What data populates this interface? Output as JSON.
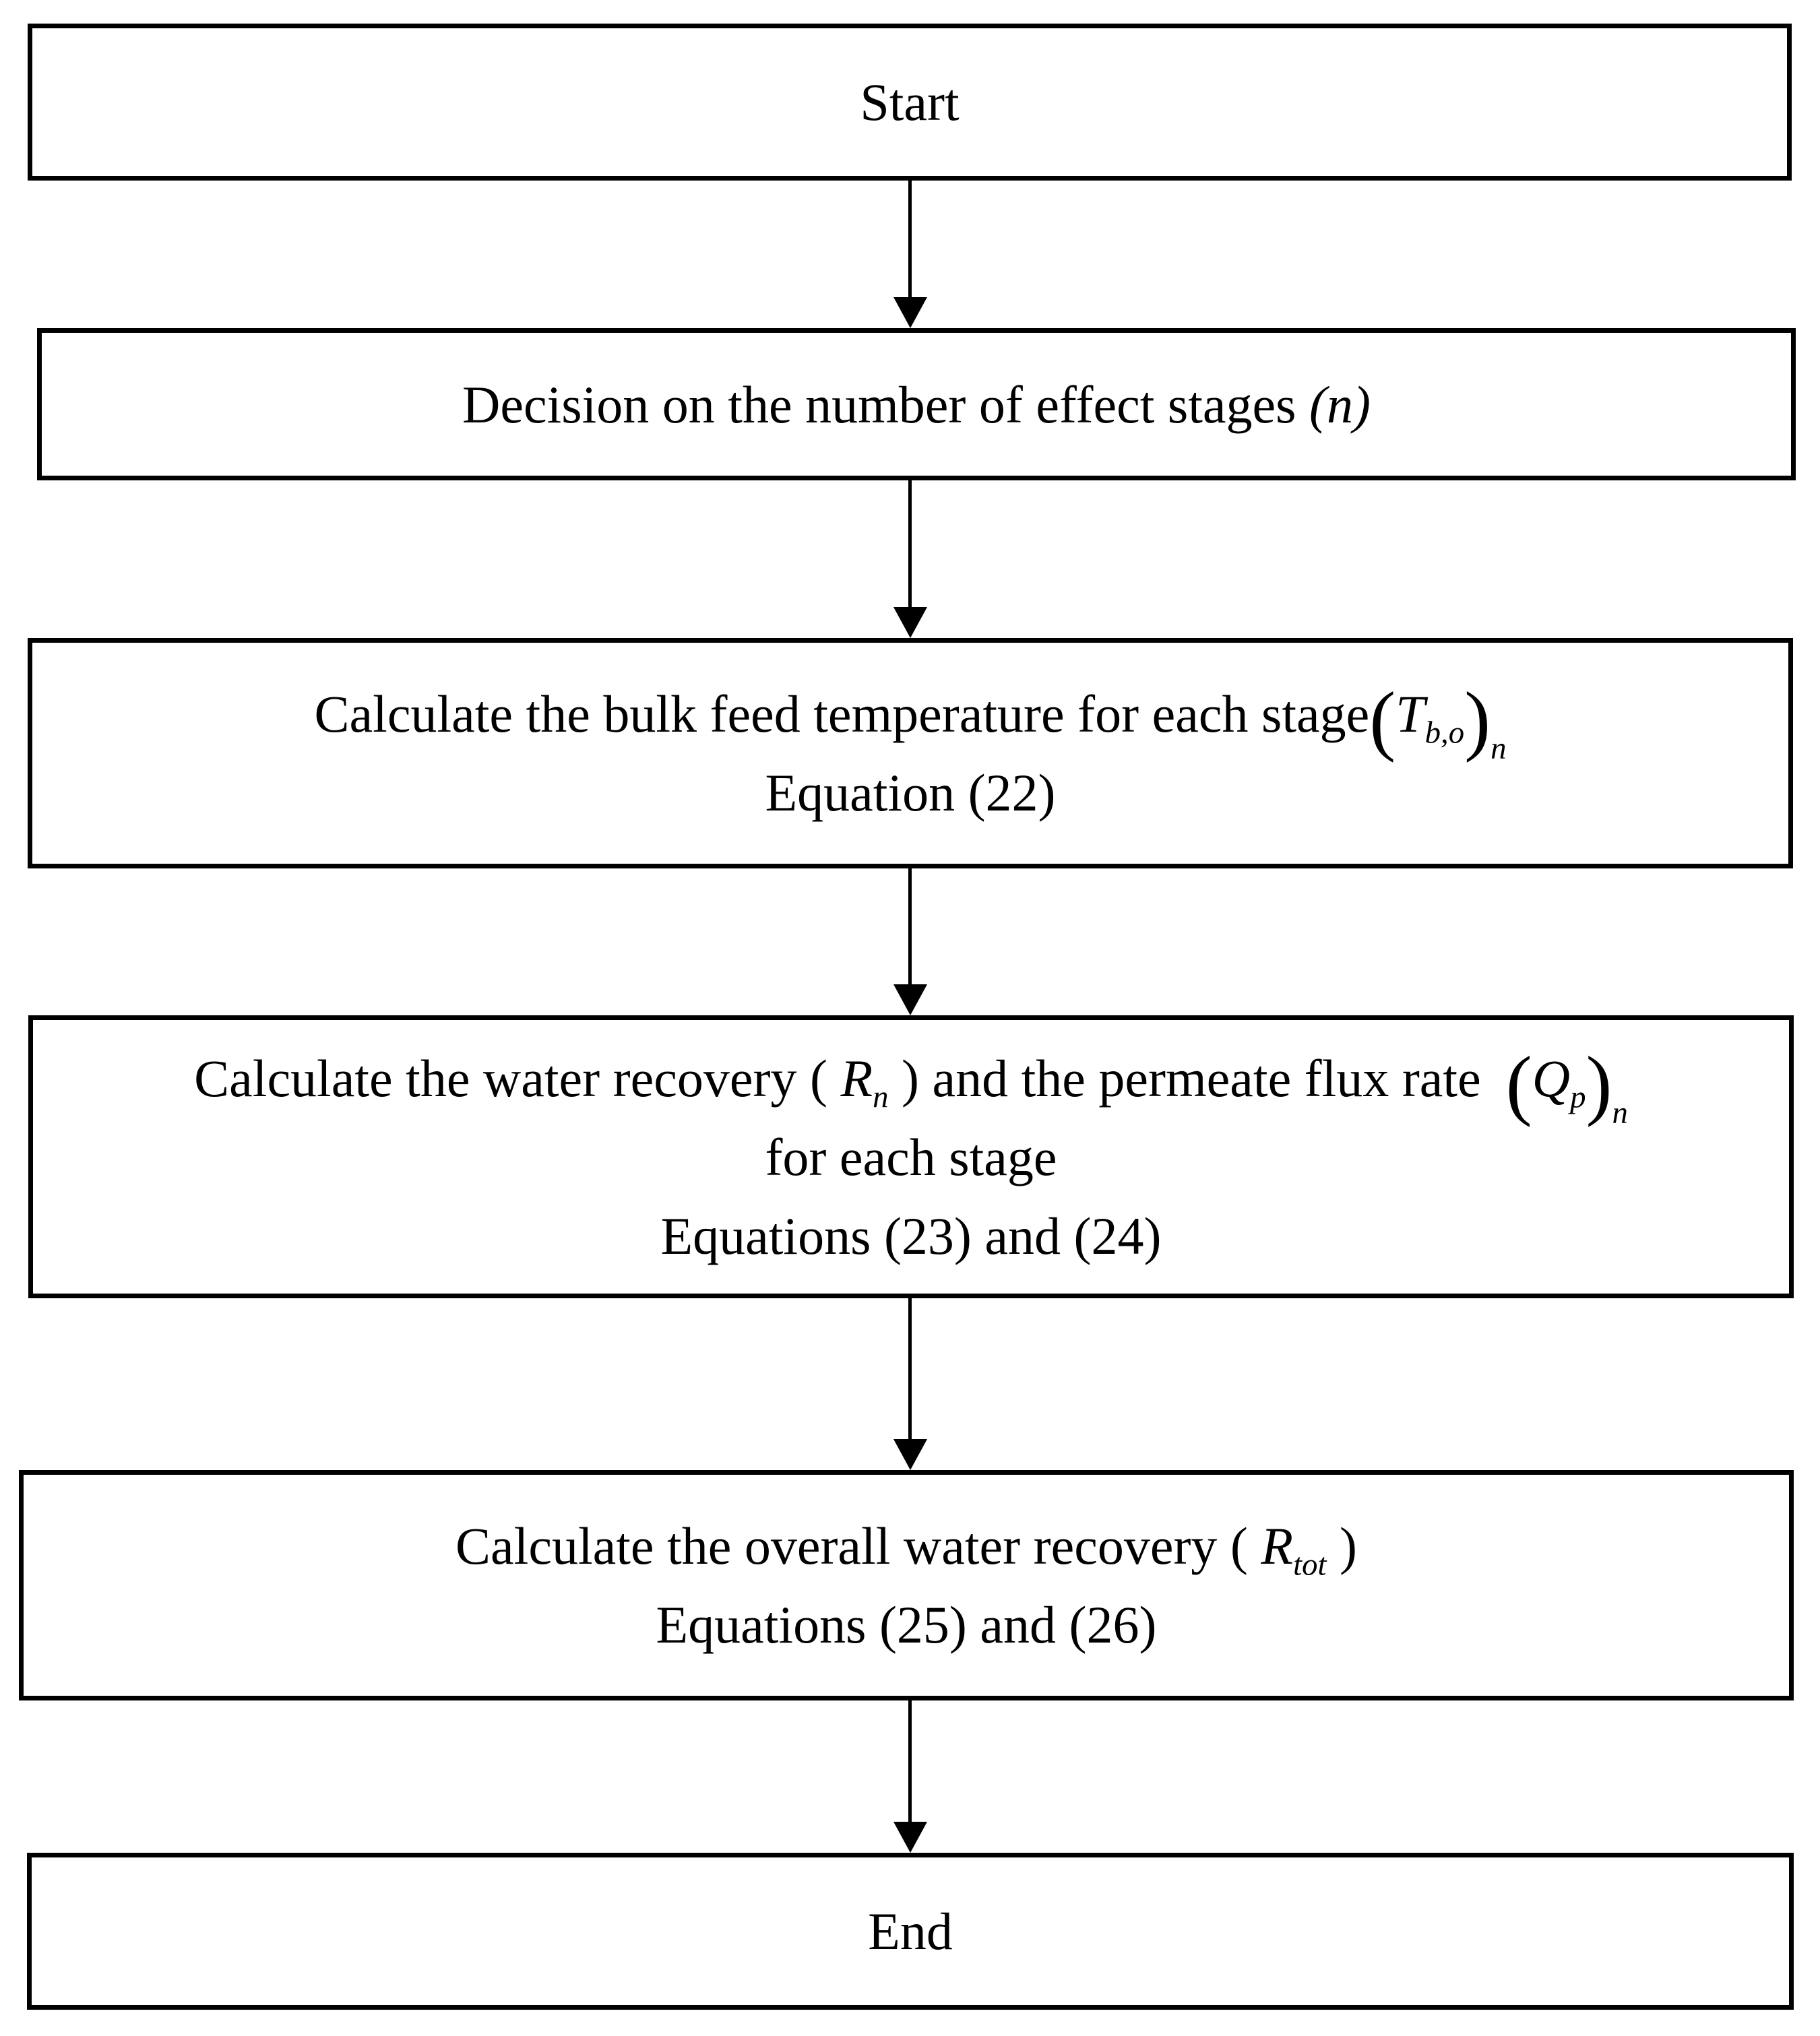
{
  "flowchart": {
    "nodes": {
      "start": {
        "label": "Start"
      },
      "decision": {
        "pre": "Decision on the number of effect stages ",
        "p_open": "(",
        "var_n": "n",
        "p_close": ")"
      },
      "bulk_temp": {
        "line1_text": "Calculate the bulk feed temperature for each stage",
        "paren_open": "(",
        "var_T": "T",
        "sub_bo": "b,o",
        "paren_close": ")",
        "sub_n": "n",
        "line2": "Equation (22)"
      },
      "recovery_flux": {
        "l1s1": "Calculate the water recovery ( ",
        "var_R": "R",
        "sub_n1": "n",
        "l1s2": " ) and the permeate flux rate ",
        "paren_open": "(",
        "var_Q": "Q",
        "sub_p": "p",
        "paren_close": ")",
        "sub_n2": "n",
        "line2": "for each stage",
        "line3": "Equations (23) and (24)"
      },
      "overall_recovery": {
        "l1s1": "Calculate the overall water recovery ( ",
        "var_R": "R",
        "sub_tot": "tot",
        "l1s2": " )",
        "line2": "Equations (25) and (26)"
      },
      "end": {
        "label": "End"
      }
    }
  }
}
